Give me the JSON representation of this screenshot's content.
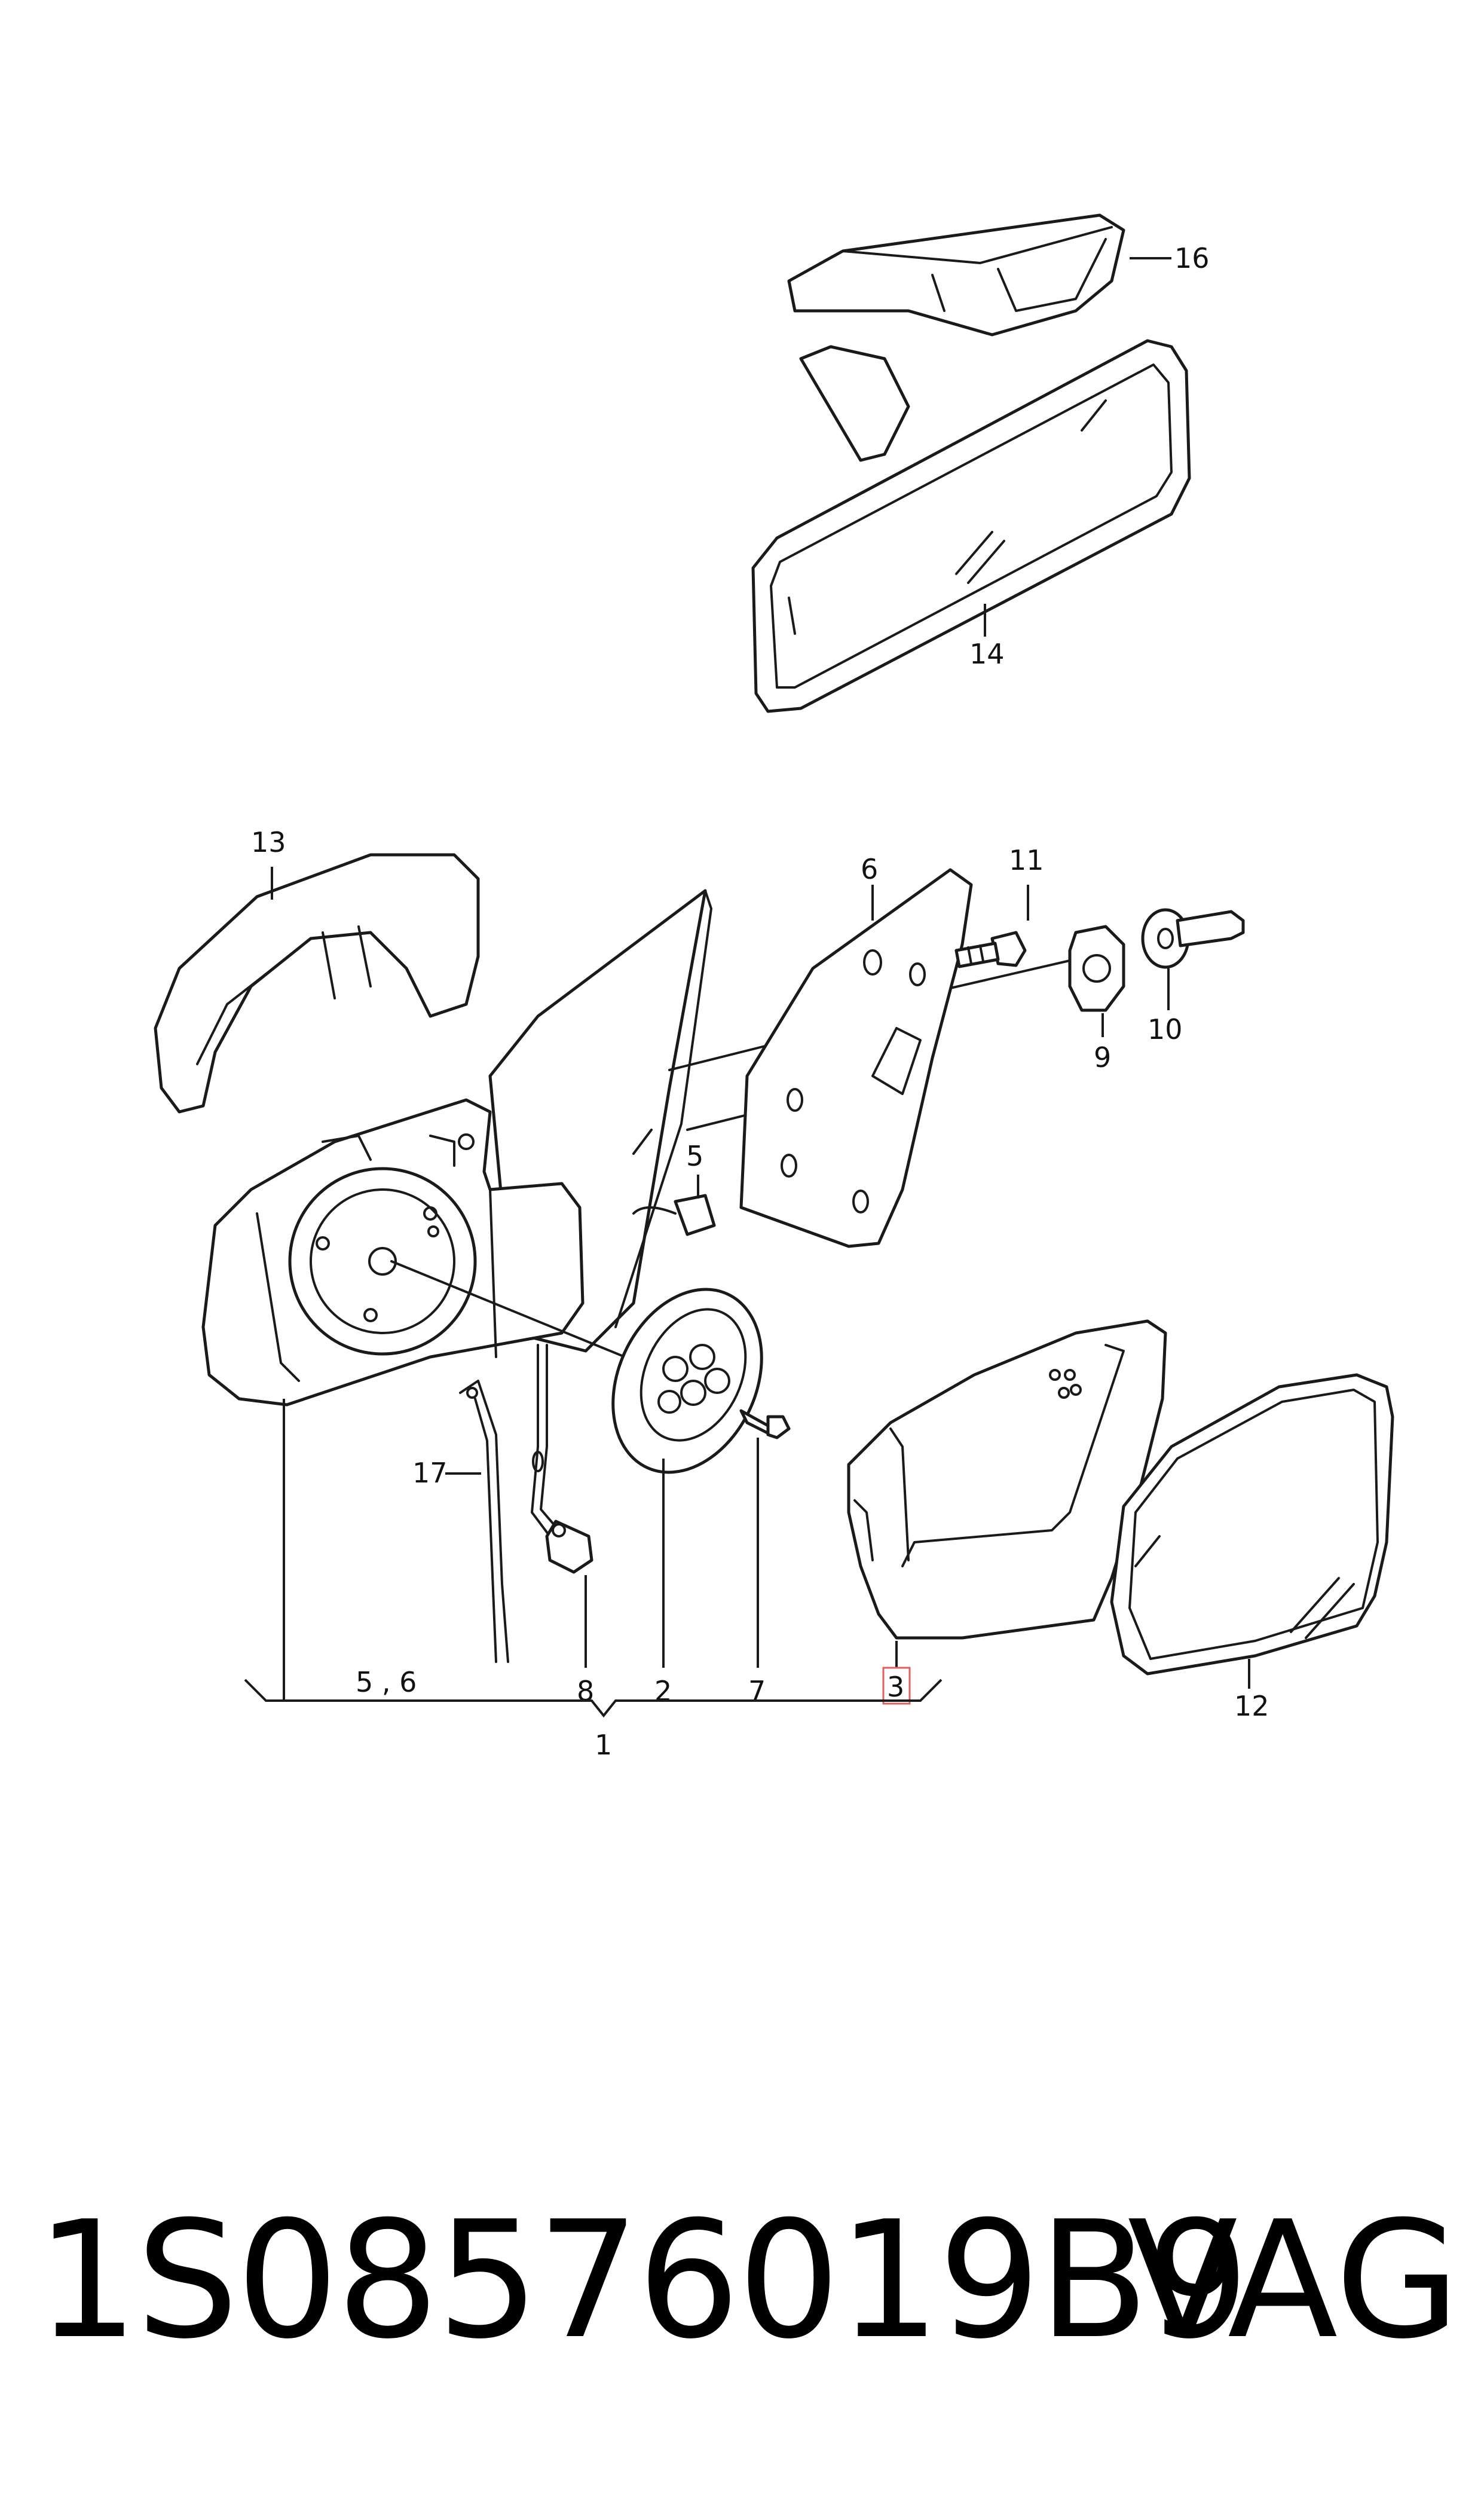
{
  "diagram": {
    "callouts": {
      "c1": "1",
      "c2": "2",
      "c3": "3",
      "c5": "5",
      "c56": "5 , 6",
      "c6": "6",
      "c7": "7",
      "c8": "8",
      "c9": "9",
      "c10": "10",
      "c11": "11",
      "c12": "12",
      "c13": "13",
      "c14": "14",
      "c16": "16",
      "c17": "17"
    },
    "highlight_color": "#e06060"
  },
  "footer": {
    "part_number": "1S08576019B9",
    "brand": "VAG"
  }
}
